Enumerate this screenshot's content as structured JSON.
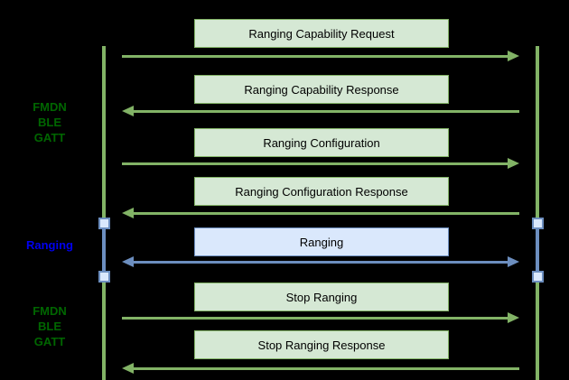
{
  "colors": {
    "background": "#000000",
    "green_fill": "#d5e8d4",
    "green_stroke": "#82b366",
    "blue_fill": "#dae8fc",
    "blue_stroke": "#6c8ebf",
    "label_green": "#006600",
    "label_blue": "#0000ee"
  },
  "sections": [
    {
      "id": "fmdn-ble-gatt-top",
      "lines": [
        "FMDN",
        "BLE",
        "GATT"
      ],
      "color": "green"
    },
    {
      "id": "ranging",
      "lines": [
        "Ranging"
      ],
      "color": "blue"
    },
    {
      "id": "fmdn-ble-gatt-bottom",
      "lines": [
        "FMDN",
        "BLE",
        "GATT"
      ],
      "color": "green"
    }
  ],
  "messages": [
    {
      "label": "Ranging Capability Request",
      "direction": "right",
      "color": "green"
    },
    {
      "label": "Ranging Capability Response",
      "direction": "left",
      "color": "green"
    },
    {
      "label": "Ranging Configuration",
      "direction": "right",
      "color": "green"
    },
    {
      "label": "Ranging Configuration Response",
      "direction": "left",
      "color": "green"
    },
    {
      "label": "Ranging",
      "direction": "both",
      "color": "blue"
    },
    {
      "label": "Stop Ranging",
      "direction": "right",
      "color": "green"
    },
    {
      "label": "Stop Ranging Response",
      "direction": "left",
      "color": "green"
    }
  ]
}
